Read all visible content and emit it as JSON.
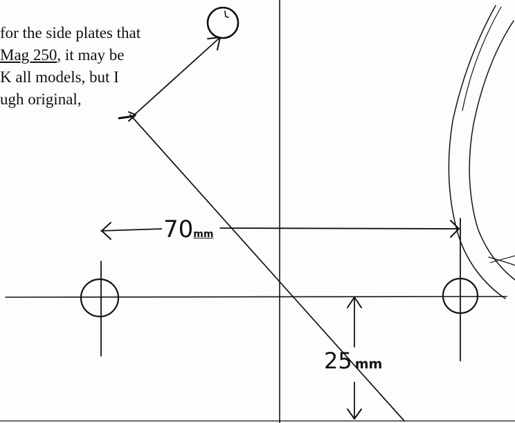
{
  "text_lines": {
    "line1": "for the side plates that",
    "line2_underlined": "Mag 250",
    "line2_rest": ", it may be",
    "line3": "K all models, but I",
    "line4": "ugh original,"
  },
  "dimensions": {
    "horizontal_value": "70",
    "horizontal_unit": "mm",
    "vertical_value": "25",
    "vertical_unit": "mm"
  },
  "colors": {
    "ink": "#111111",
    "paper": "#fdfdfd"
  }
}
